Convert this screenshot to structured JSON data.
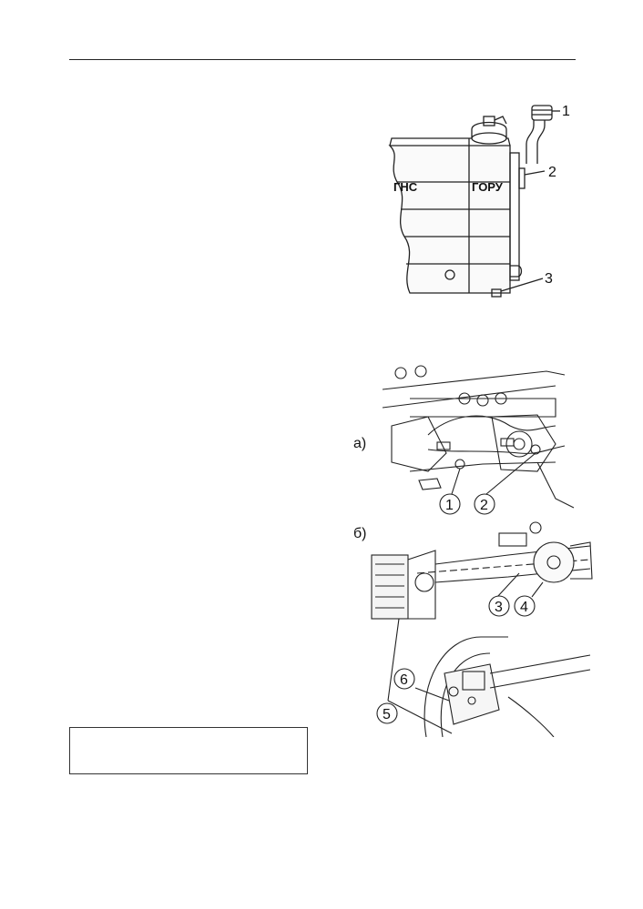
{
  "figure_tank": {
    "tank_labels": {
      "left": "ГНС",
      "right": "ГОРУ"
    },
    "callouts": [
      "1",
      "2",
      "3"
    ]
  },
  "figure_steering": {
    "sub_labels": {
      "a": "а)",
      "b": "б)"
    },
    "callouts": [
      "1",
      "2",
      "3",
      "4",
      "5",
      "6"
    ]
  }
}
